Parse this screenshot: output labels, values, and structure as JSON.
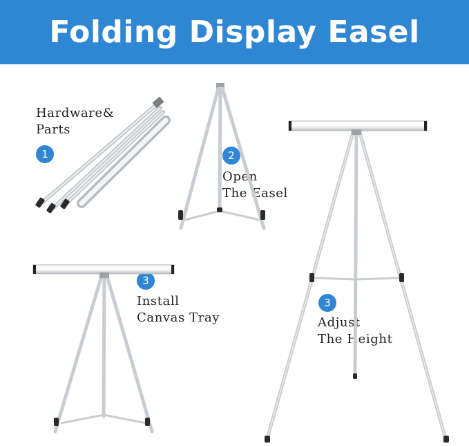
{
  "banner": {
    "title": "Folding Display Easel"
  },
  "steps": [
    {
      "number": "1",
      "lines": [
        "Hardware&",
        "Parts"
      ]
    },
    {
      "number": "2",
      "lines": [
        "Open",
        "The Easel"
      ]
    },
    {
      "number": "3",
      "lines": [
        "Install",
        "Canvas Tray"
      ]
    },
    {
      "number": "3",
      "lines": [
        "Adjust",
        "The Height"
      ]
    }
  ],
  "colors": {
    "accent": "#2f86d3",
    "metal": "#c9ccd0",
    "metal_dark": "#9ea2a6"
  }
}
